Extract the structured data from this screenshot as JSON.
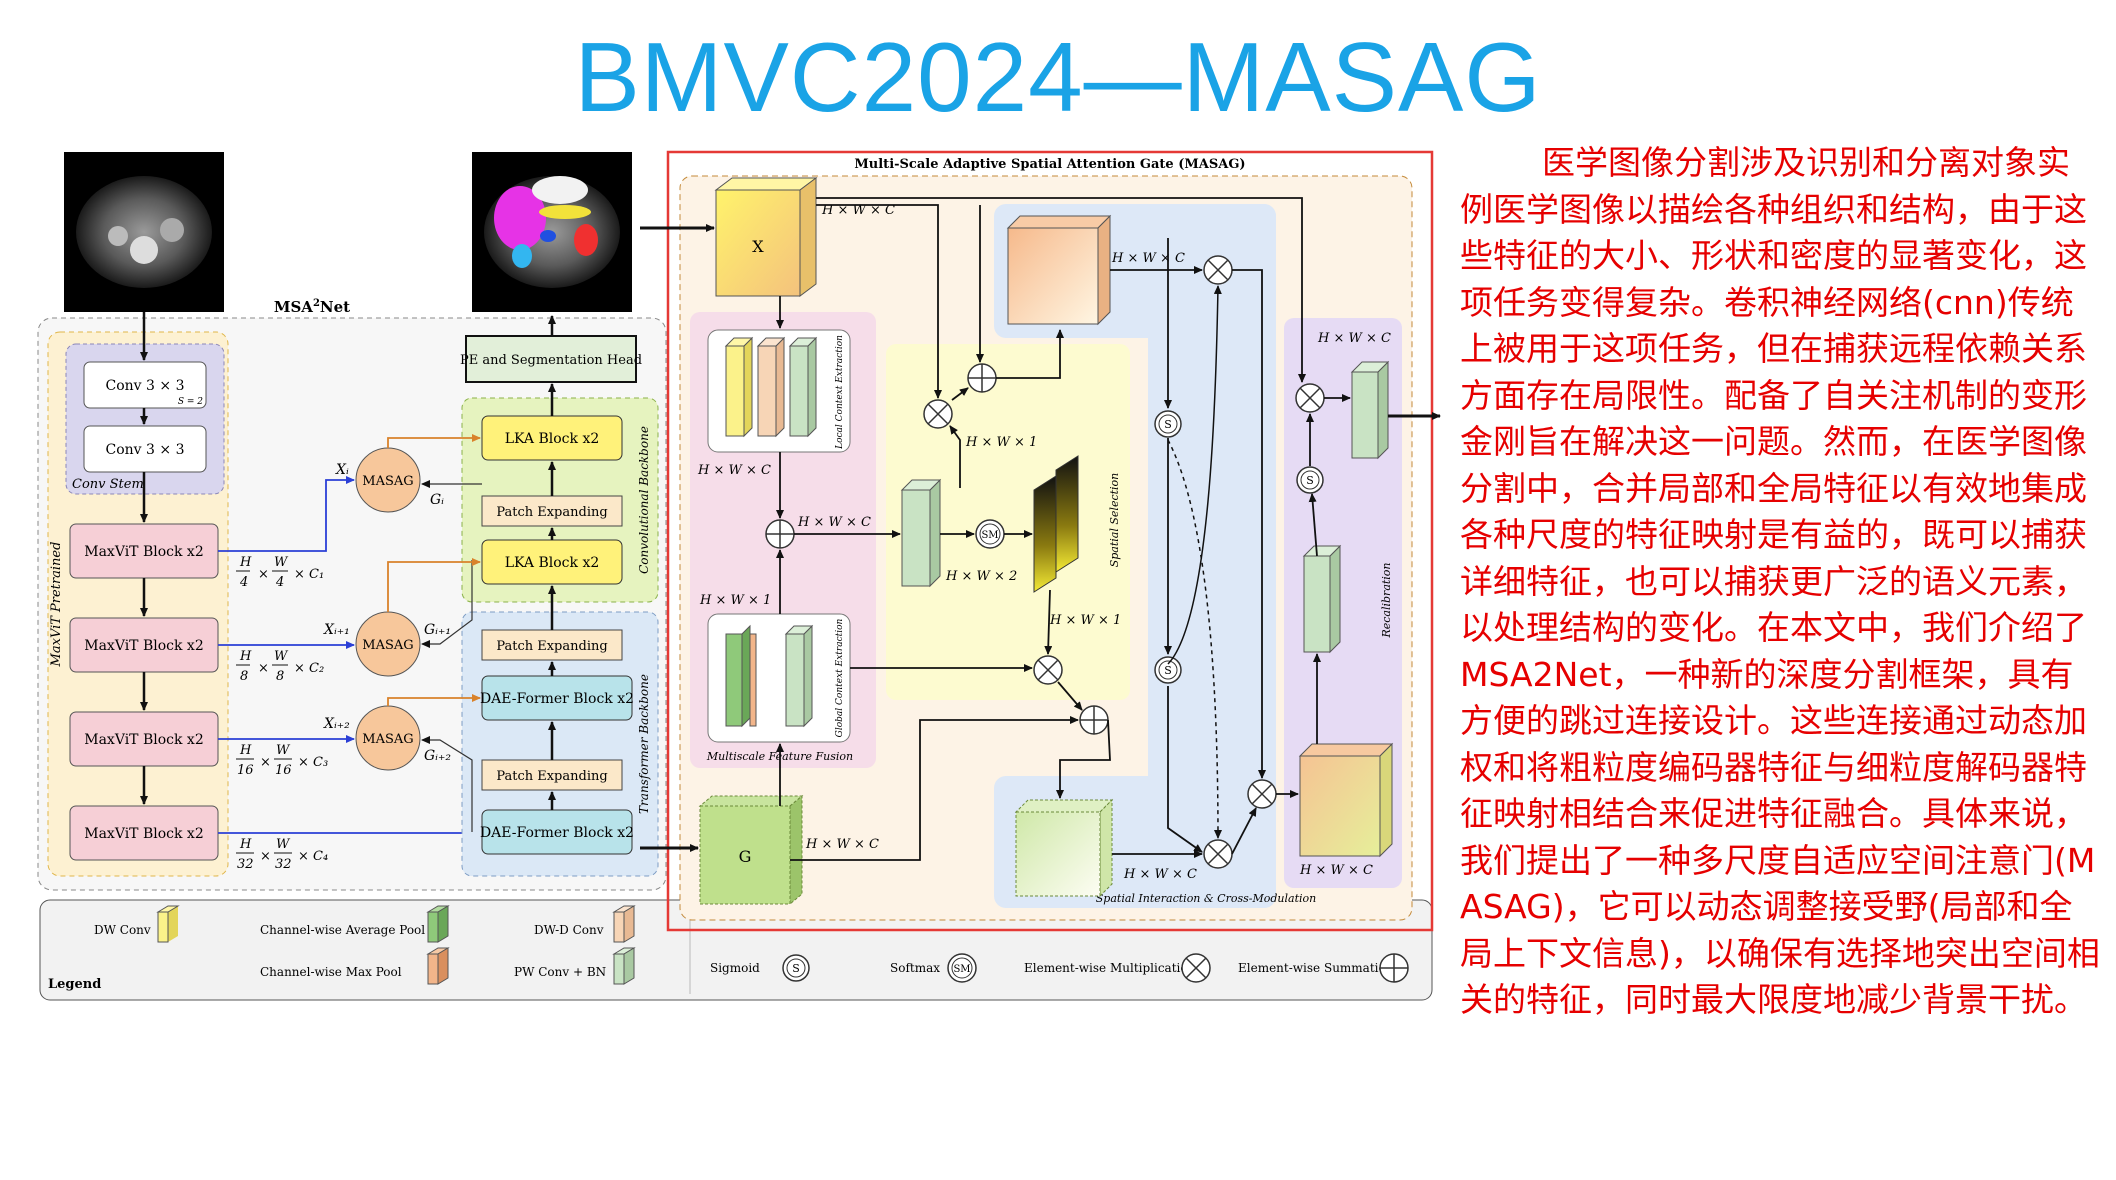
{
  "slide": {
    "title": "BMVC2024—MASAG",
    "description": "医学图像分割涉及识别和分离对象实例医学图像以描绘各种组织和结构，由于这些特征的大小、形状和密度的显著变化，这项任务变得复杂。卷积神经网络(cnn)传统上被用于这项任务，但在捕获远程依赖关系方面存在局限性。配备了自关注机制的变形金刚旨在解决这一问题。然而，在医学图像分割中，合并局部和全局特征以有效地集成各种尺度的特征映射是有益的，既可以捕获详细特征，也可以捕获更广泛的语义元素，以处理结构的变化。在本文中，我们介绍了MSA2Net，一种新的深度分割框架，具有方便的跳过连接设计。这些连接通过动态加权和将粗粒度编码器特征与细粒度解码器特征映射相结合来促进特征融合。具体来说，我们提出了一种多尺度自适应空间注意门(MASAG)，它可以动态调整接受野(局部和全局上下文信息)，以确保有选择地突出空间相关的特征，同时最大限度地减少背景干扰。"
  },
  "left": {
    "net_title": "MSA",
    "net_title_sup": "2",
    "net_title_suffix": "Net",
    "conv1": "Conv 3 × 3",
    "conv1_stride": "S = 2",
    "conv2": "Conv 3 × 3",
    "conv_stem": "Conv Stem",
    "maxvit_pretrained": "MaxViT Pretrained",
    "maxvit_blocks": [
      "MaxViT Block x2",
      "MaxViT Block x2",
      "MaxViT Block x2",
      "MaxViT Block x2"
    ],
    "dims": [
      {
        "h": "H",
        "hd": "4",
        "w": "W",
        "wd": "4",
        "c": "× C₁"
      },
      {
        "h": "H",
        "hd": "8",
        "w": "W",
        "wd": "8",
        "c": "× C₂"
      },
      {
        "h": "H",
        "hd": "16",
        "w": "W",
        "wd": "16",
        "c": "× C₃"
      },
      {
        "h": "H",
        "hd": "32",
        "w": "W",
        "wd": "32",
        "c": "× C₄"
      }
    ],
    "masag": "MASAG",
    "x_labels": [
      "Xᵢ",
      "Xᵢ₊₁",
      "Xᵢ₊₂"
    ],
    "g_labels": [
      "Gᵢ",
      "Gᵢ₊₁",
      "Gᵢ₊₂"
    ],
    "pe_head": "PE and Segmentation Head",
    "lka_blocks": [
      "LKA Block x2",
      "LKA Block x2"
    ],
    "patch_expanding": [
      "Patch Expanding",
      "Patch Expanding",
      "Patch Expanding"
    ],
    "dae_blocks": [
      "DAE-Former Block x2",
      "DAE-Former Block x2"
    ],
    "conv_backbone": "Convolutional Backbone",
    "transformer_backbone": "Transformer Backbone"
  },
  "masag_panel": {
    "title": "Multi-Scale Adaptive Spatial Attention Gate (MASAG)",
    "x": "X",
    "g": "G",
    "hwc": "H × W × C",
    "hw1": "H × W × 1",
    "hw2": "H × W × 2",
    "local_context": "Local Context Extraction",
    "global_context": "Global Context Extraction",
    "multiscale_fusion": "Multiscale Feature Fusion",
    "spatial_selection": "Spatial Selection",
    "spatial_interaction": "Spatial Interaction & Cross-Modulation",
    "recalibration": "Recalibration",
    "s": "S",
    "sm": "SM"
  },
  "legend": {
    "title": "Legend",
    "items": {
      "dw_conv": "DW Conv",
      "channel_avg_pool": "Channel-wise Average Pool",
      "dw_d_conv": "DW-D Conv",
      "channel_max_pool": "Channel-wise Max Pool",
      "pw_conv_bn": "PW Conv + BN",
      "sigmoid": "Sigmoid",
      "softmax": "Softmax",
      "elementwise_mult": "Element-wise Multiplication",
      "elementwise_sum": "Element-wise Summation"
    }
  },
  "colors": {
    "title": "#1aa3e6",
    "description": "#e60000",
    "masag_border": "#e53935",
    "maxvit_fill": "#f6cfd6",
    "lka_fill": "#fff27a",
    "dae_fill": "#b8e3ea",
    "masag_node": "#f7c79b"
  }
}
